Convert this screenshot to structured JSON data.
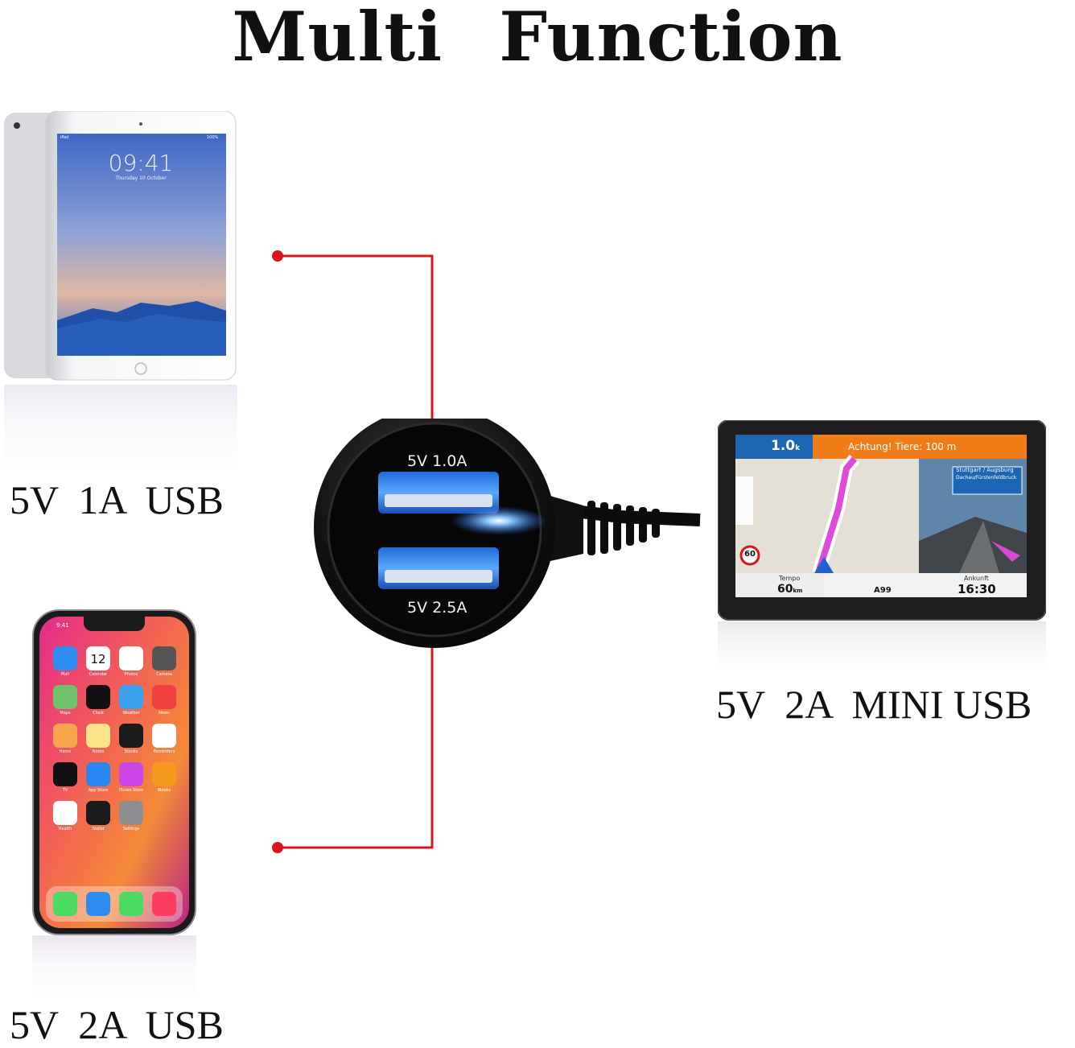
{
  "title": "Multi Function",
  "labels": {
    "ipad": "5V  1A  USB",
    "phone": "5V  2A  USB",
    "gps": "5V  2A  MINI USB"
  },
  "charger": {
    "port_top": "5V 1.0A",
    "port_bottom": "5V 2.5A"
  },
  "ipad_screen": {
    "time": "09:41",
    "date": "Thursday 10 October",
    "carrier": "iPad",
    "battery": "100%"
  },
  "phone_screen": {
    "time": "9:41",
    "calendar_day": "12",
    "apps": [
      "Mail",
      "Calendar",
      "Photos",
      "Camera",
      "Maps",
      "Clock",
      "Weather",
      "News",
      "Home",
      "Notes",
      "Stocks",
      "Reminders",
      "TV",
      "App Store",
      "iTunes Store",
      "iBooks",
      "Health",
      "Wallet",
      "Settings"
    ]
  },
  "gps_screen": {
    "distance": "1.0",
    "distance_unit": "k",
    "warning": "Achtung! Tiere: 100 m",
    "sign_line1": "Stuttgart / Augsburg",
    "sign_line2": "Dachau/Fürstenfeldbruck",
    "speed_limit": "60",
    "tempo_label": "Tempo",
    "tempo_value": "60",
    "tempo_unit": "km",
    "road": "A99",
    "arrival_label": "Ankunft",
    "arrival_time": "16:30"
  },
  "colors": {
    "connector_line": "#d9141b",
    "usb_glow": "#2f7fe6",
    "gps_orange": "#f07d1a",
    "gps_blue": "#1d66b3"
  }
}
